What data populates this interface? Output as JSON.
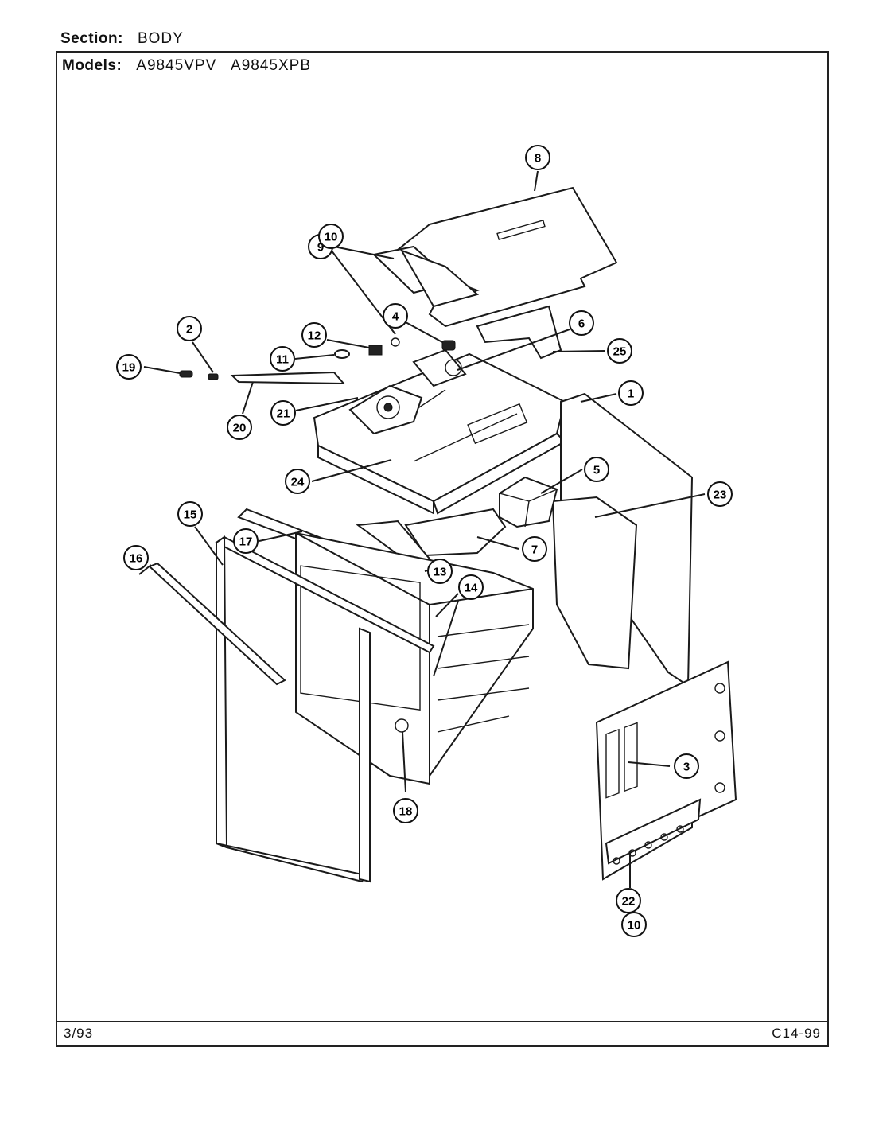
{
  "header": {
    "section_label": "Section:",
    "section_value": "BODY",
    "models_label": "Models:",
    "models_value": "A9845VPV   A9845XPB"
  },
  "footer": {
    "date": "3/93",
    "page_code": "C14-99"
  },
  "callouts": [
    "8",
    "9",
    "10",
    "4",
    "6",
    "12",
    "11",
    "2",
    "19",
    "20",
    "21",
    "25",
    "1",
    "24",
    "5",
    "23",
    "15",
    "17",
    "7",
    "16",
    "13",
    "14",
    "18",
    "3",
    "22",
    "10"
  ]
}
